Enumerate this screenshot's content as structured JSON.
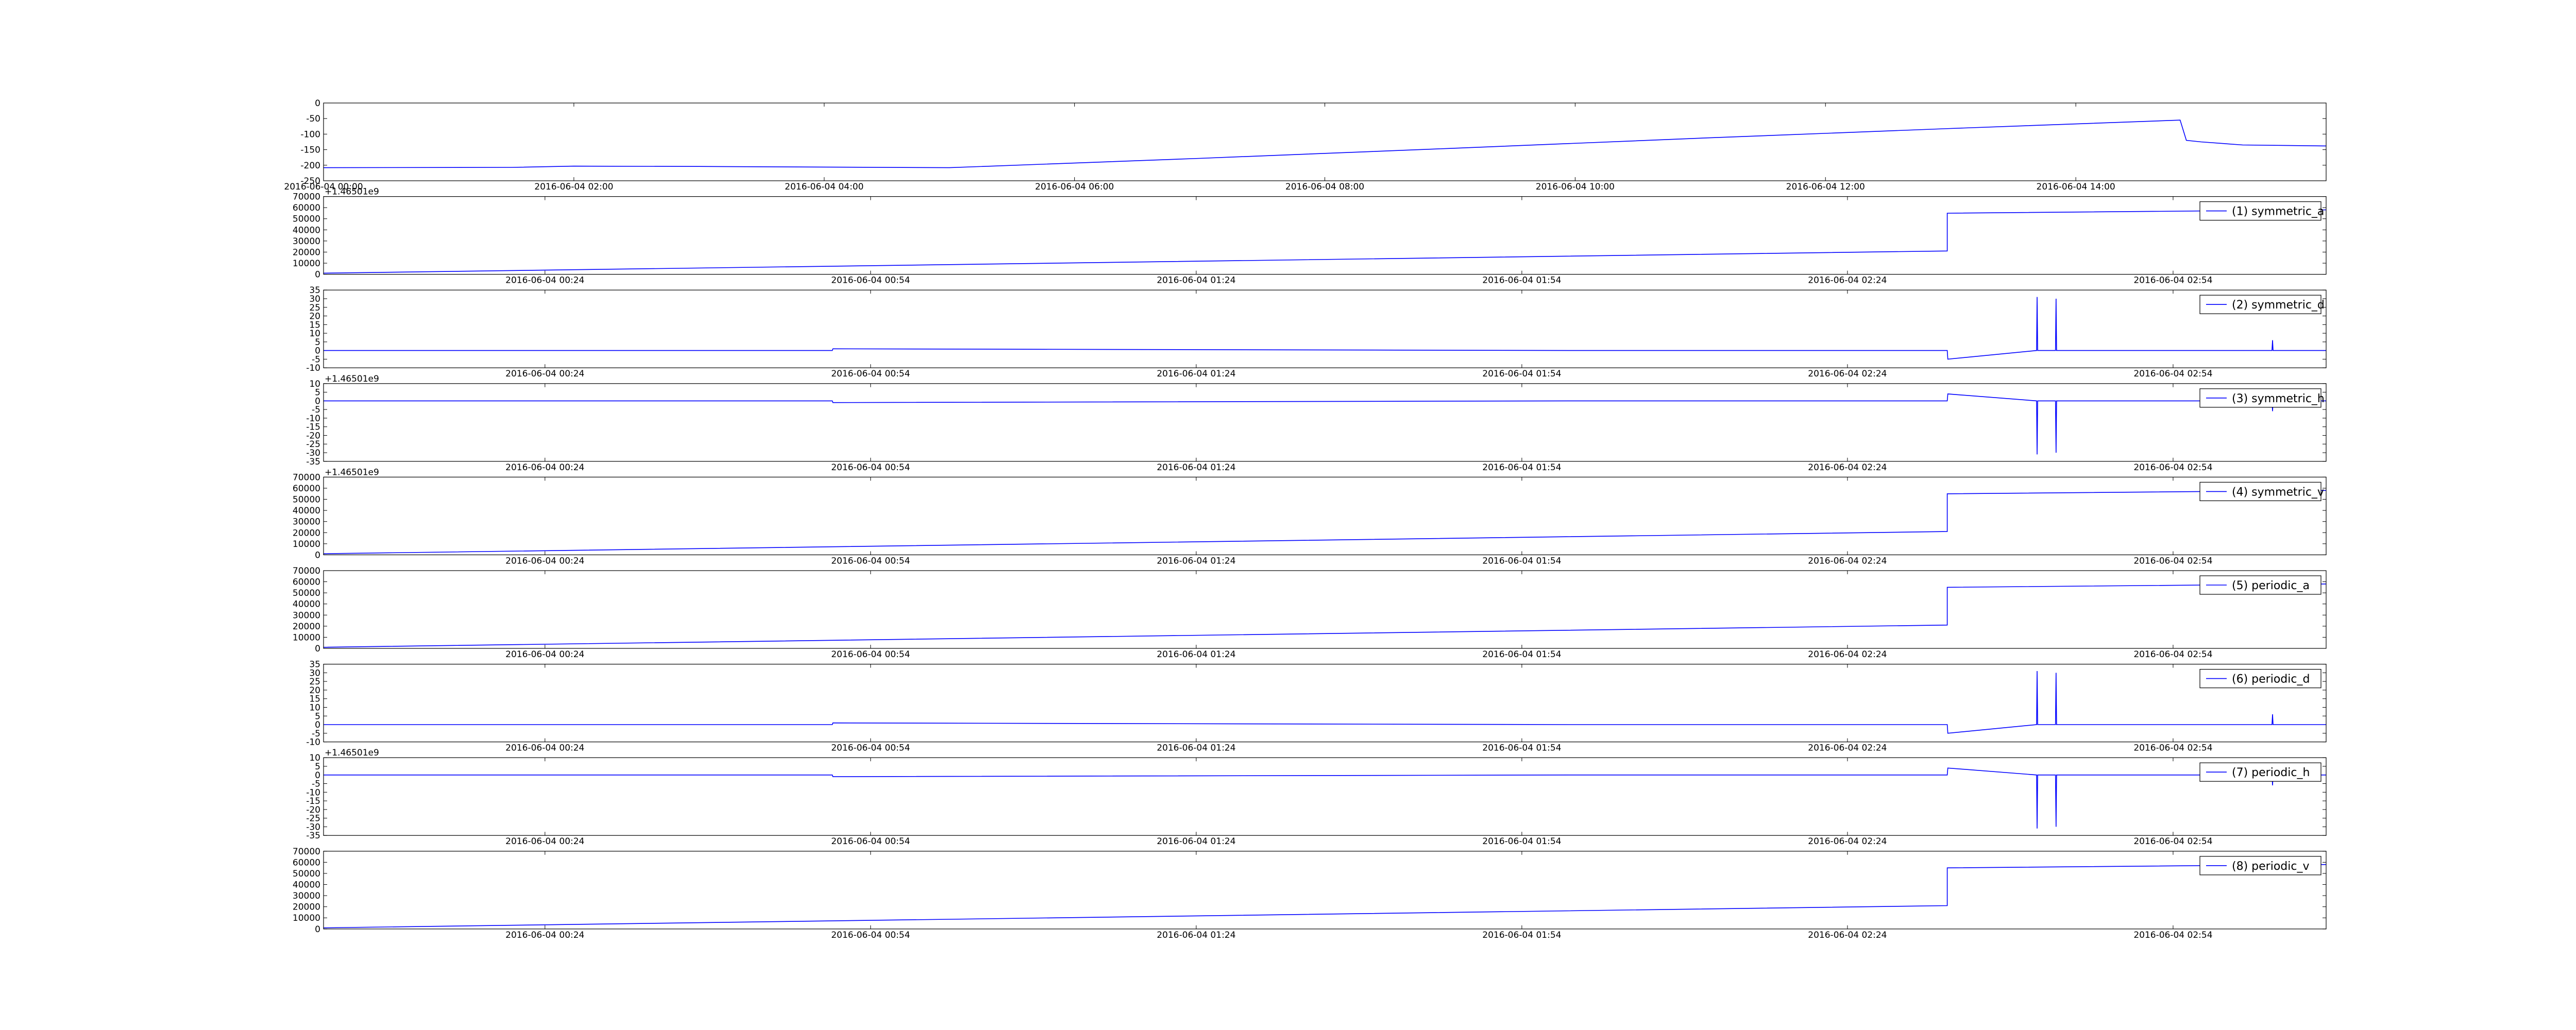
{
  "style": {
    "line_color": "#0000ff",
    "axes_color": "#000000",
    "background": "#ffffff"
  },
  "chart_data": [
    {
      "type": "line",
      "x_kind": "date",
      "x_ticks": [
        "2016-06-04 00:00",
        "2016-06-04 02:00",
        "2016-06-04 04:00",
        "2016-06-04 06:00",
        "2016-06-04 08:00",
        "2016-06-04 10:00",
        "2016-06-04 12:00",
        "2016-06-04 14:00"
      ],
      "xlim": [
        "2016-06-04 00:00",
        "2016-06-04 16:00"
      ],
      "ylim": [
        -250,
        0
      ],
      "y_ticks": [
        0,
        -50,
        -100,
        -150,
        -200,
        -250
      ],
      "legend": null,
      "offset_label": "",
      "series": [
        {
          "x": [
            "2016-06-04 00:00",
            "2016-06-04 01:30",
            "2016-06-04 02:00",
            "2016-06-04 03:00",
            "2016-06-04 04:00",
            "2016-06-04 05:00",
            "2016-06-04 07:00",
            "2016-06-04 09:00",
            "2016-06-04 11:00",
            "2016-06-04 13:00",
            "2016-06-04 14:50",
            "2016-06-04 14:53",
            "2016-06-04 15:00",
            "2016-06-04 15:20",
            "2016-06-04 16:00"
          ],
          "y": [
            -208,
            -207,
            -203,
            -204,
            -206,
            -208,
            -178,
            -146,
            -113,
            -82,
            -55,
            -120,
            -125,
            -135,
            -138
          ]
        }
      ]
    },
    {
      "type": "line",
      "x_kind": "numeric",
      "x_ticks": [
        "2016-06-04 00:24",
        "2016-06-04 00:54",
        "2016-06-04 01:24",
        "2016-06-04 01:54",
        "2016-06-04 02:24",
        "2016-06-04 02:54"
      ],
      "xlim": [
        0,
        3700
      ],
      "ylim": [
        0,
        70000
      ],
      "y_ticks": [
        0,
        10000,
        20000,
        30000,
        40000,
        50000,
        60000,
        70000
      ],
      "legend": "(1) symmetric_a",
      "offset_label": "+1.46501e9",
      "series": [
        {
          "x": [
            0,
            3000,
            3000,
            3700
          ],
          "y": [
            1000,
            21000,
            55000,
            58000
          ]
        }
      ]
    },
    {
      "type": "line",
      "x_kind": "numeric",
      "x_ticks": [
        "2016-06-04 00:24",
        "2016-06-04 00:54",
        "2016-06-04 01:24",
        "2016-06-04 01:54",
        "2016-06-04 02:24",
        "2016-06-04 02:54"
      ],
      "xlim": [
        0,
        3700
      ],
      "ylim": [
        -10,
        35
      ],
      "y_ticks": [
        35,
        30,
        25,
        20,
        15,
        10,
        5,
        0,
        -5,
        -10
      ],
      "legend": "(2) symmetric_d",
      "offset_label": "",
      "series": [
        {
          "x": [
            0,
            940,
            941,
            2300,
            3000,
            3001,
            3165,
            3166,
            3167,
            3200,
            3201,
            3202,
            3600,
            3601,
            3602,
            3700
          ],
          "y": [
            0,
            0,
            1,
            0,
            0,
            -5,
            0,
            31,
            0,
            0,
            30,
            0,
            0,
            6,
            0,
            0
          ]
        }
      ]
    },
    {
      "type": "line",
      "x_kind": "numeric",
      "x_ticks": [
        "2016-06-04 00:24",
        "2016-06-04 00:54",
        "2016-06-04 01:24",
        "2016-06-04 01:54",
        "2016-06-04 02:24",
        "2016-06-04 02:54"
      ],
      "xlim": [
        0,
        3700
      ],
      "ylim": [
        -35,
        10
      ],
      "y_ticks": [
        10,
        5,
        0,
        -5,
        -10,
        -15,
        -20,
        -25,
        -30,
        -35
      ],
      "legend": "(3) symmetric_h",
      "offset_label": "+1.46501e9",
      "series": [
        {
          "x": [
            0,
            940,
            941,
            2300,
            3000,
            3001,
            3165,
            3166,
            3167,
            3200,
            3201,
            3202,
            3600,
            3601,
            3602,
            3700
          ],
          "y": [
            0,
            0,
            -1,
            0,
            0,
            4,
            0,
            -31,
            0,
            0,
            -30,
            0,
            0,
            -6,
            0,
            0
          ]
        }
      ]
    },
    {
      "type": "line",
      "x_kind": "numeric",
      "x_ticks": [
        "2016-06-04 00:24",
        "2016-06-04 00:54",
        "2016-06-04 01:24",
        "2016-06-04 01:54",
        "2016-06-04 02:24",
        "2016-06-04 02:54"
      ],
      "xlim": [
        0,
        3700
      ],
      "ylim": [
        0,
        70000
      ],
      "y_ticks": [
        0,
        10000,
        20000,
        30000,
        40000,
        50000,
        60000,
        70000
      ],
      "legend": "(4) symmetric_v",
      "offset_label": "+1.46501e9",
      "series": [
        {
          "x": [
            0,
            3000,
            3000,
            3700
          ],
          "y": [
            1000,
            21000,
            55000,
            58000
          ]
        }
      ]
    },
    {
      "type": "line",
      "x_kind": "numeric",
      "x_ticks": [
        "2016-06-04 00:24",
        "2016-06-04 00:54",
        "2016-06-04 01:24",
        "2016-06-04 01:54",
        "2016-06-04 02:24",
        "2016-06-04 02:54"
      ],
      "xlim": [
        0,
        3700
      ],
      "ylim": [
        0,
        70000
      ],
      "y_ticks": [
        0,
        10000,
        20000,
        30000,
        40000,
        50000,
        60000,
        70000
      ],
      "legend": "(5) periodic_a",
      "offset_label": "",
      "series": [
        {
          "x": [
            0,
            3000,
            3000,
            3700
          ],
          "y": [
            1000,
            21000,
            55000,
            58000
          ]
        }
      ]
    },
    {
      "type": "line",
      "x_kind": "numeric",
      "x_ticks": [
        "2016-06-04 00:24",
        "2016-06-04 00:54",
        "2016-06-04 01:24",
        "2016-06-04 01:54",
        "2016-06-04 02:24",
        "2016-06-04 02:54"
      ],
      "xlim": [
        0,
        3700
      ],
      "ylim": [
        -10,
        35
      ],
      "y_ticks": [
        35,
        30,
        25,
        20,
        15,
        10,
        5,
        0,
        -5,
        -10
      ],
      "legend": "(6) periodic_d",
      "offset_label": "",
      "series": [
        {
          "x": [
            0,
            940,
            941,
            2300,
            3000,
            3001,
            3165,
            3166,
            3167,
            3200,
            3201,
            3202,
            3600,
            3601,
            3602,
            3700
          ],
          "y": [
            0,
            0,
            1,
            0,
            0,
            -5,
            0,
            31,
            0,
            0,
            30,
            0,
            0,
            6,
            0,
            0
          ]
        }
      ]
    },
    {
      "type": "line",
      "x_kind": "numeric",
      "x_ticks": [
        "2016-06-04 00:24",
        "2016-06-04 00:54",
        "2016-06-04 01:24",
        "2016-06-04 01:54",
        "2016-06-04 02:24",
        "2016-06-04 02:54"
      ],
      "xlim": [
        0,
        3700
      ],
      "ylim": [
        -35,
        10
      ],
      "y_ticks": [
        10,
        5,
        0,
        -5,
        -10,
        -15,
        -20,
        -25,
        -30,
        -35
      ],
      "legend": "(7) periodic_h",
      "offset_label": "+1.46501e9",
      "series": [
        {
          "x": [
            0,
            940,
            941,
            2300,
            3000,
            3001,
            3165,
            3166,
            3167,
            3200,
            3201,
            3202,
            3600,
            3601,
            3602,
            3700
          ],
          "y": [
            0,
            0,
            -1,
            0,
            0,
            4,
            0,
            -31,
            0,
            0,
            -30,
            0,
            0,
            -6,
            0,
            0
          ]
        }
      ]
    },
    {
      "type": "line",
      "x_kind": "numeric",
      "x_ticks": [
        "2016-06-04 00:24",
        "2016-06-04 00:54",
        "2016-06-04 01:24",
        "2016-06-04 01:54",
        "2016-06-04 02:24",
        "2016-06-04 02:54"
      ],
      "xlim": [
        0,
        3700
      ],
      "ylim": [
        0,
        70000
      ],
      "y_ticks": [
        0,
        10000,
        20000,
        30000,
        40000,
        50000,
        60000,
        70000
      ],
      "legend": "(8) periodic_v",
      "offset_label": "",
      "series": [
        {
          "x": [
            0,
            3000,
            3000,
            3700
          ],
          "y": [
            1000,
            21000,
            55000,
            58000
          ]
        }
      ]
    }
  ]
}
